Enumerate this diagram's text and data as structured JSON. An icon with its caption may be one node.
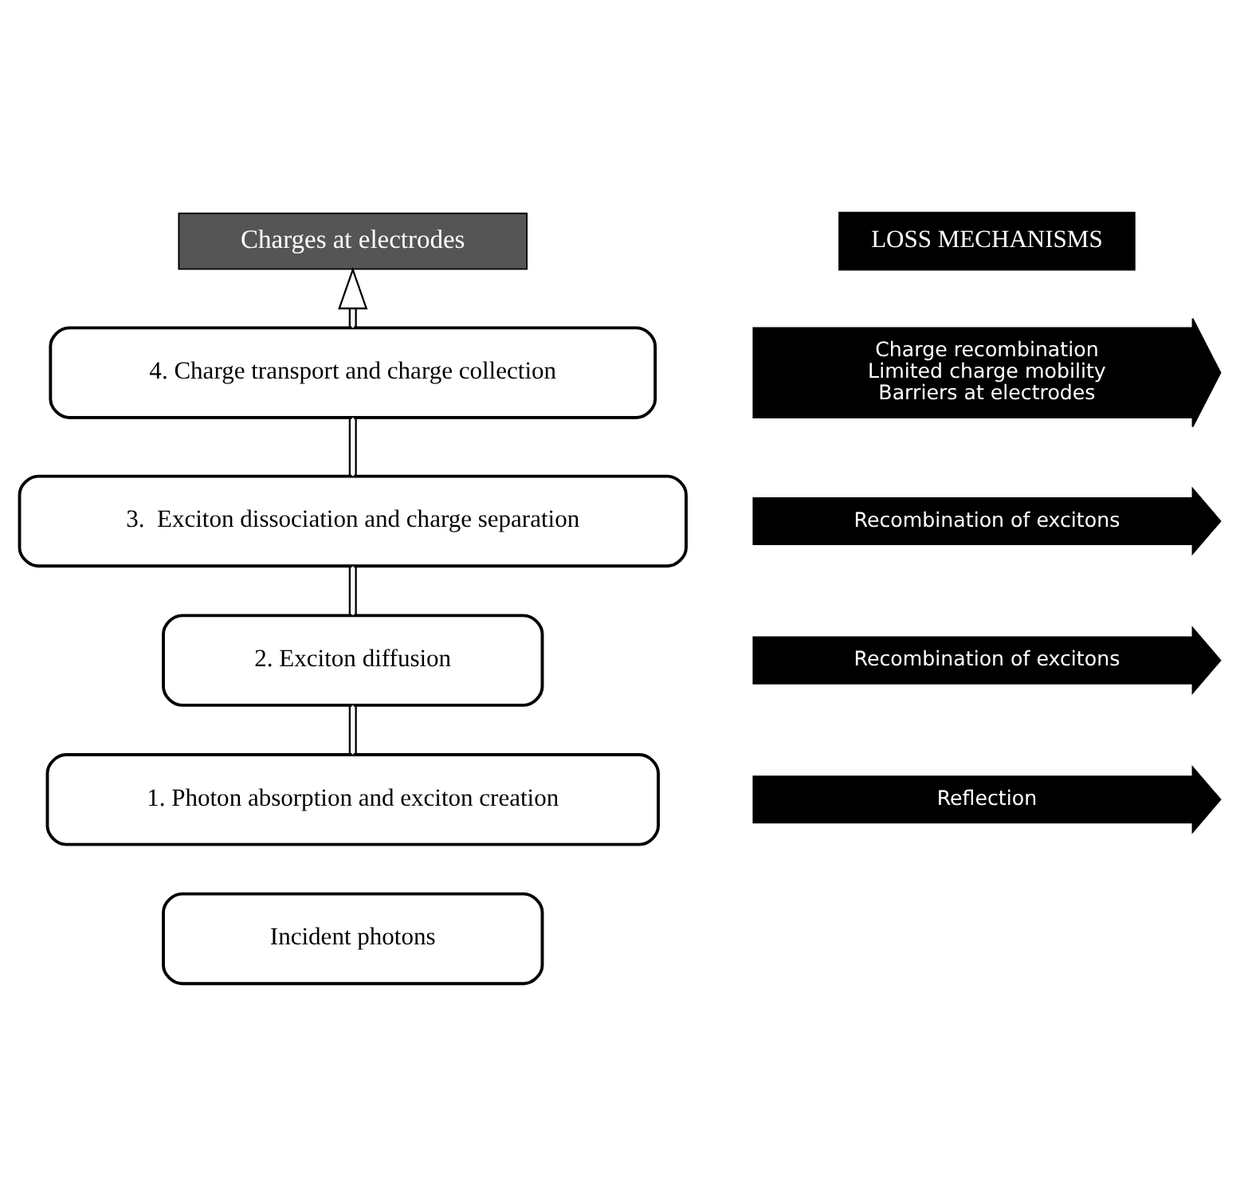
{
  "diagram": {
    "nodes": [
      {
        "text": [
          "Charges at electrodes"
        ]
      },
      {
        "text": [
          "LOSS MECHANISMS"
        ]
      },
      {
        "text": [
          "4. Charge transport and charge collection"
        ]
      },
      {
        "text": [
          "Charge recombination",
          "Limited charge mobility",
          "Barriers at electrodes"
        ]
      },
      {
        "text": [
          "3.  Exciton dissociation and charge separation"
        ]
      },
      {
        "text": [
          "Recombination of excitons"
        ]
      },
      {
        "text": [
          "2. Exciton diffusion"
        ]
      },
      {
        "text": [
          "Recombination of excitons"
        ]
      },
      {
        "text": [
          "1. Photon absorption and exciton creation"
        ]
      },
      {
        "text": [
          "Reflection"
        ]
      },
      {
        "text": [
          "Incident photons"
        ]
      }
    ],
    "edges": [
      {
        "from": 8,
        "to": 6,
        "arrow": "none"
      },
      {
        "from": 6,
        "to": 4,
        "arrow": "none"
      },
      {
        "from": 4,
        "to": 2,
        "arrow": "none"
      },
      {
        "from": 2,
        "to": 0,
        "arrow": "to"
      }
    ]
  }
}
